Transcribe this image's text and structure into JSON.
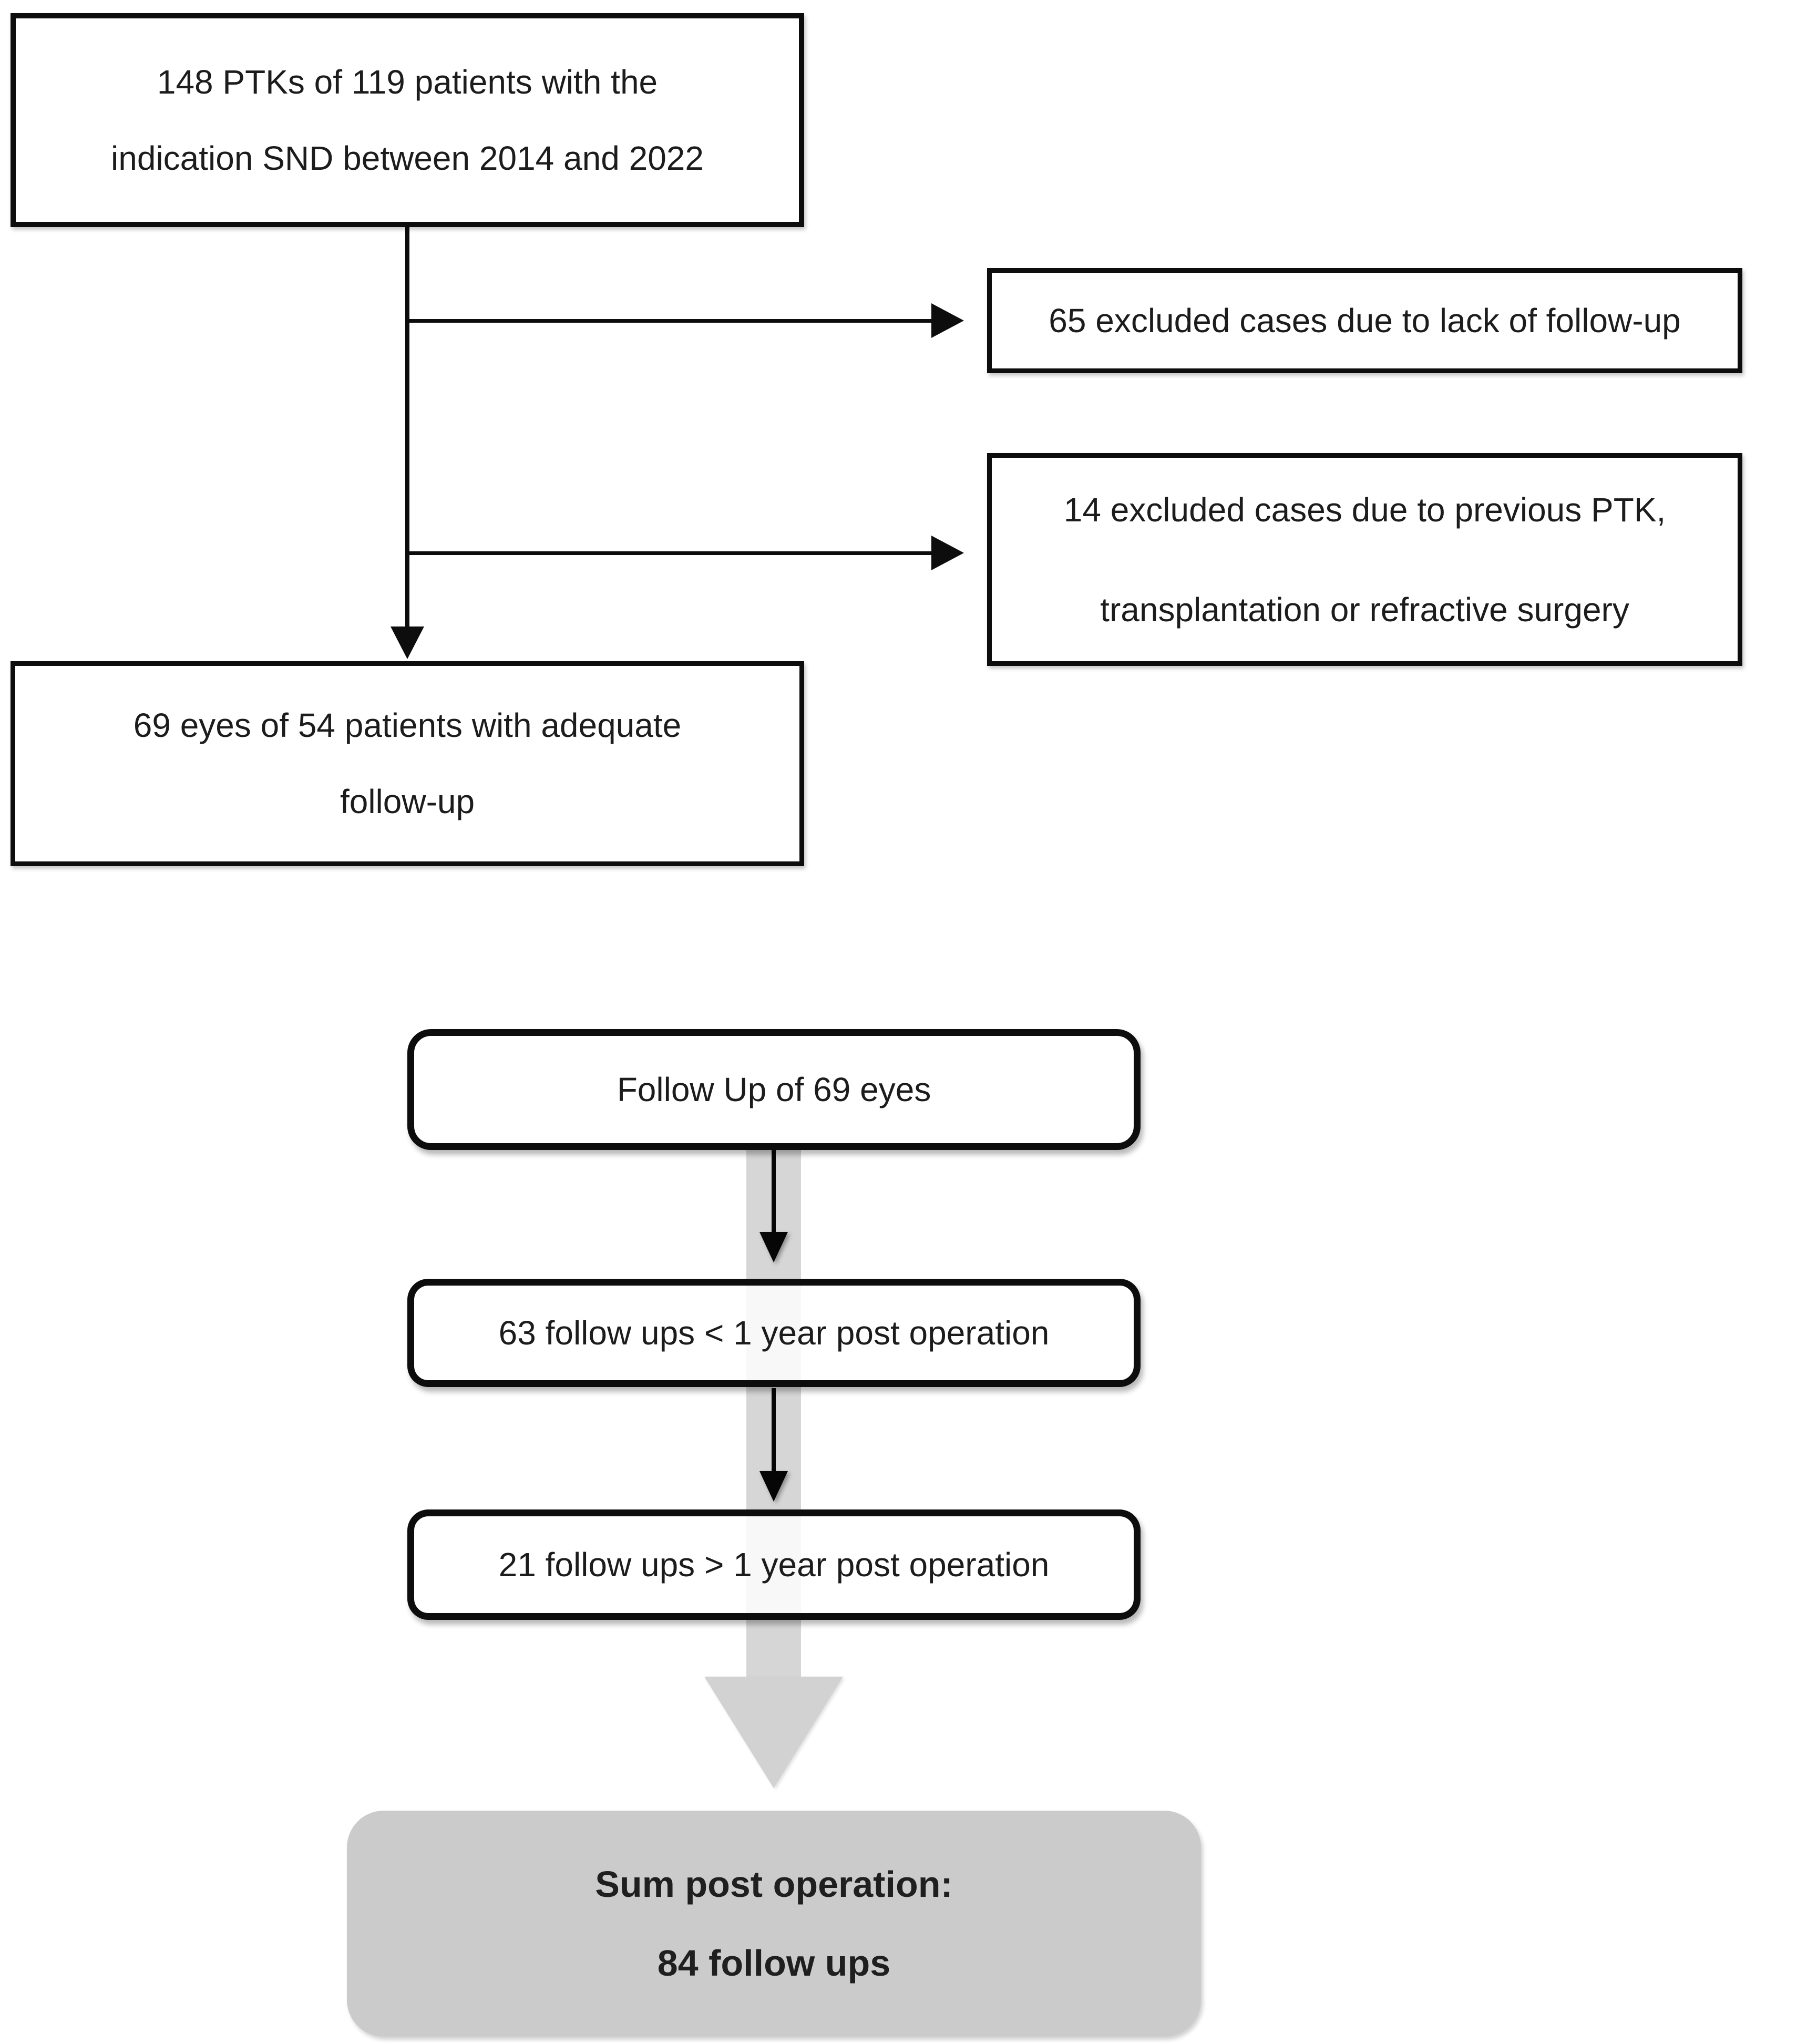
{
  "top_chart": {
    "initial_box": {
      "line1": "148 PTKs of 119 patients with the",
      "line2": "indication SND between 2014 and 2022"
    },
    "excluded_followup_box": {
      "text": "65 excluded cases due to lack of follow-up"
    },
    "excluded_surgery_box": {
      "line1": "14 excluded cases due to previous PTK,",
      "line2": "transplantation or refractive surgery"
    },
    "adequate_box": {
      "line1": "69 eyes of 54 patients with adequate",
      "line2": "follow-up"
    }
  },
  "bottom_chart": {
    "followup_box": {
      "text": "Follow Up of 69 eyes"
    },
    "under_one_year_box": {
      "text": "63 follow ups < 1 year post operation"
    },
    "over_one_year_box": {
      "text": "21 follow ups > 1 year post operation"
    },
    "sum_box": {
      "line1": "Sum post operation:",
      "line2": "84 follow ups"
    }
  },
  "colors": {
    "border_black": "#0d0d0d",
    "text": "#1c1c1c",
    "gray_band": "#d6d6d6",
    "gray_arrow": "#d2d2d2",
    "gray_box": "#cbcbcb",
    "background": "#ffffff"
  }
}
